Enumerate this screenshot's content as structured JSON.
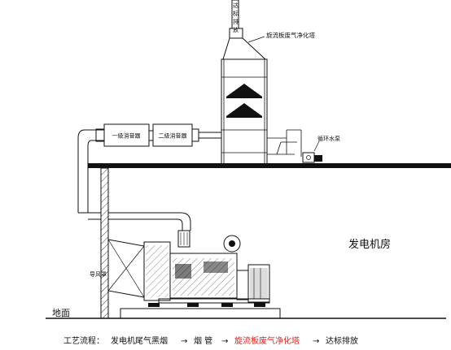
{
  "labels": {
    "emission_vertical": "达标排放",
    "tower": "旋流板废气净化塔",
    "muffler_1": "一级消音器",
    "muffler_2": "二级消音器",
    "pump": "循环水泵",
    "room": "发电机房",
    "ground": "地面",
    "hood": "导风罩"
  },
  "process": {
    "label": "工艺流程：",
    "steps": [
      {
        "text": "发电机尾气黑烟",
        "highlight": false
      },
      {
        "text": "烟 管",
        "highlight": false
      },
      {
        "text": "旋流板废气净化塔",
        "highlight": true
      },
      {
        "text": "达标排放",
        "highlight": false
      }
    ],
    "arrow": "→"
  },
  "colors": {
    "ink": "#111111",
    "highlight": "#e8231c"
  }
}
